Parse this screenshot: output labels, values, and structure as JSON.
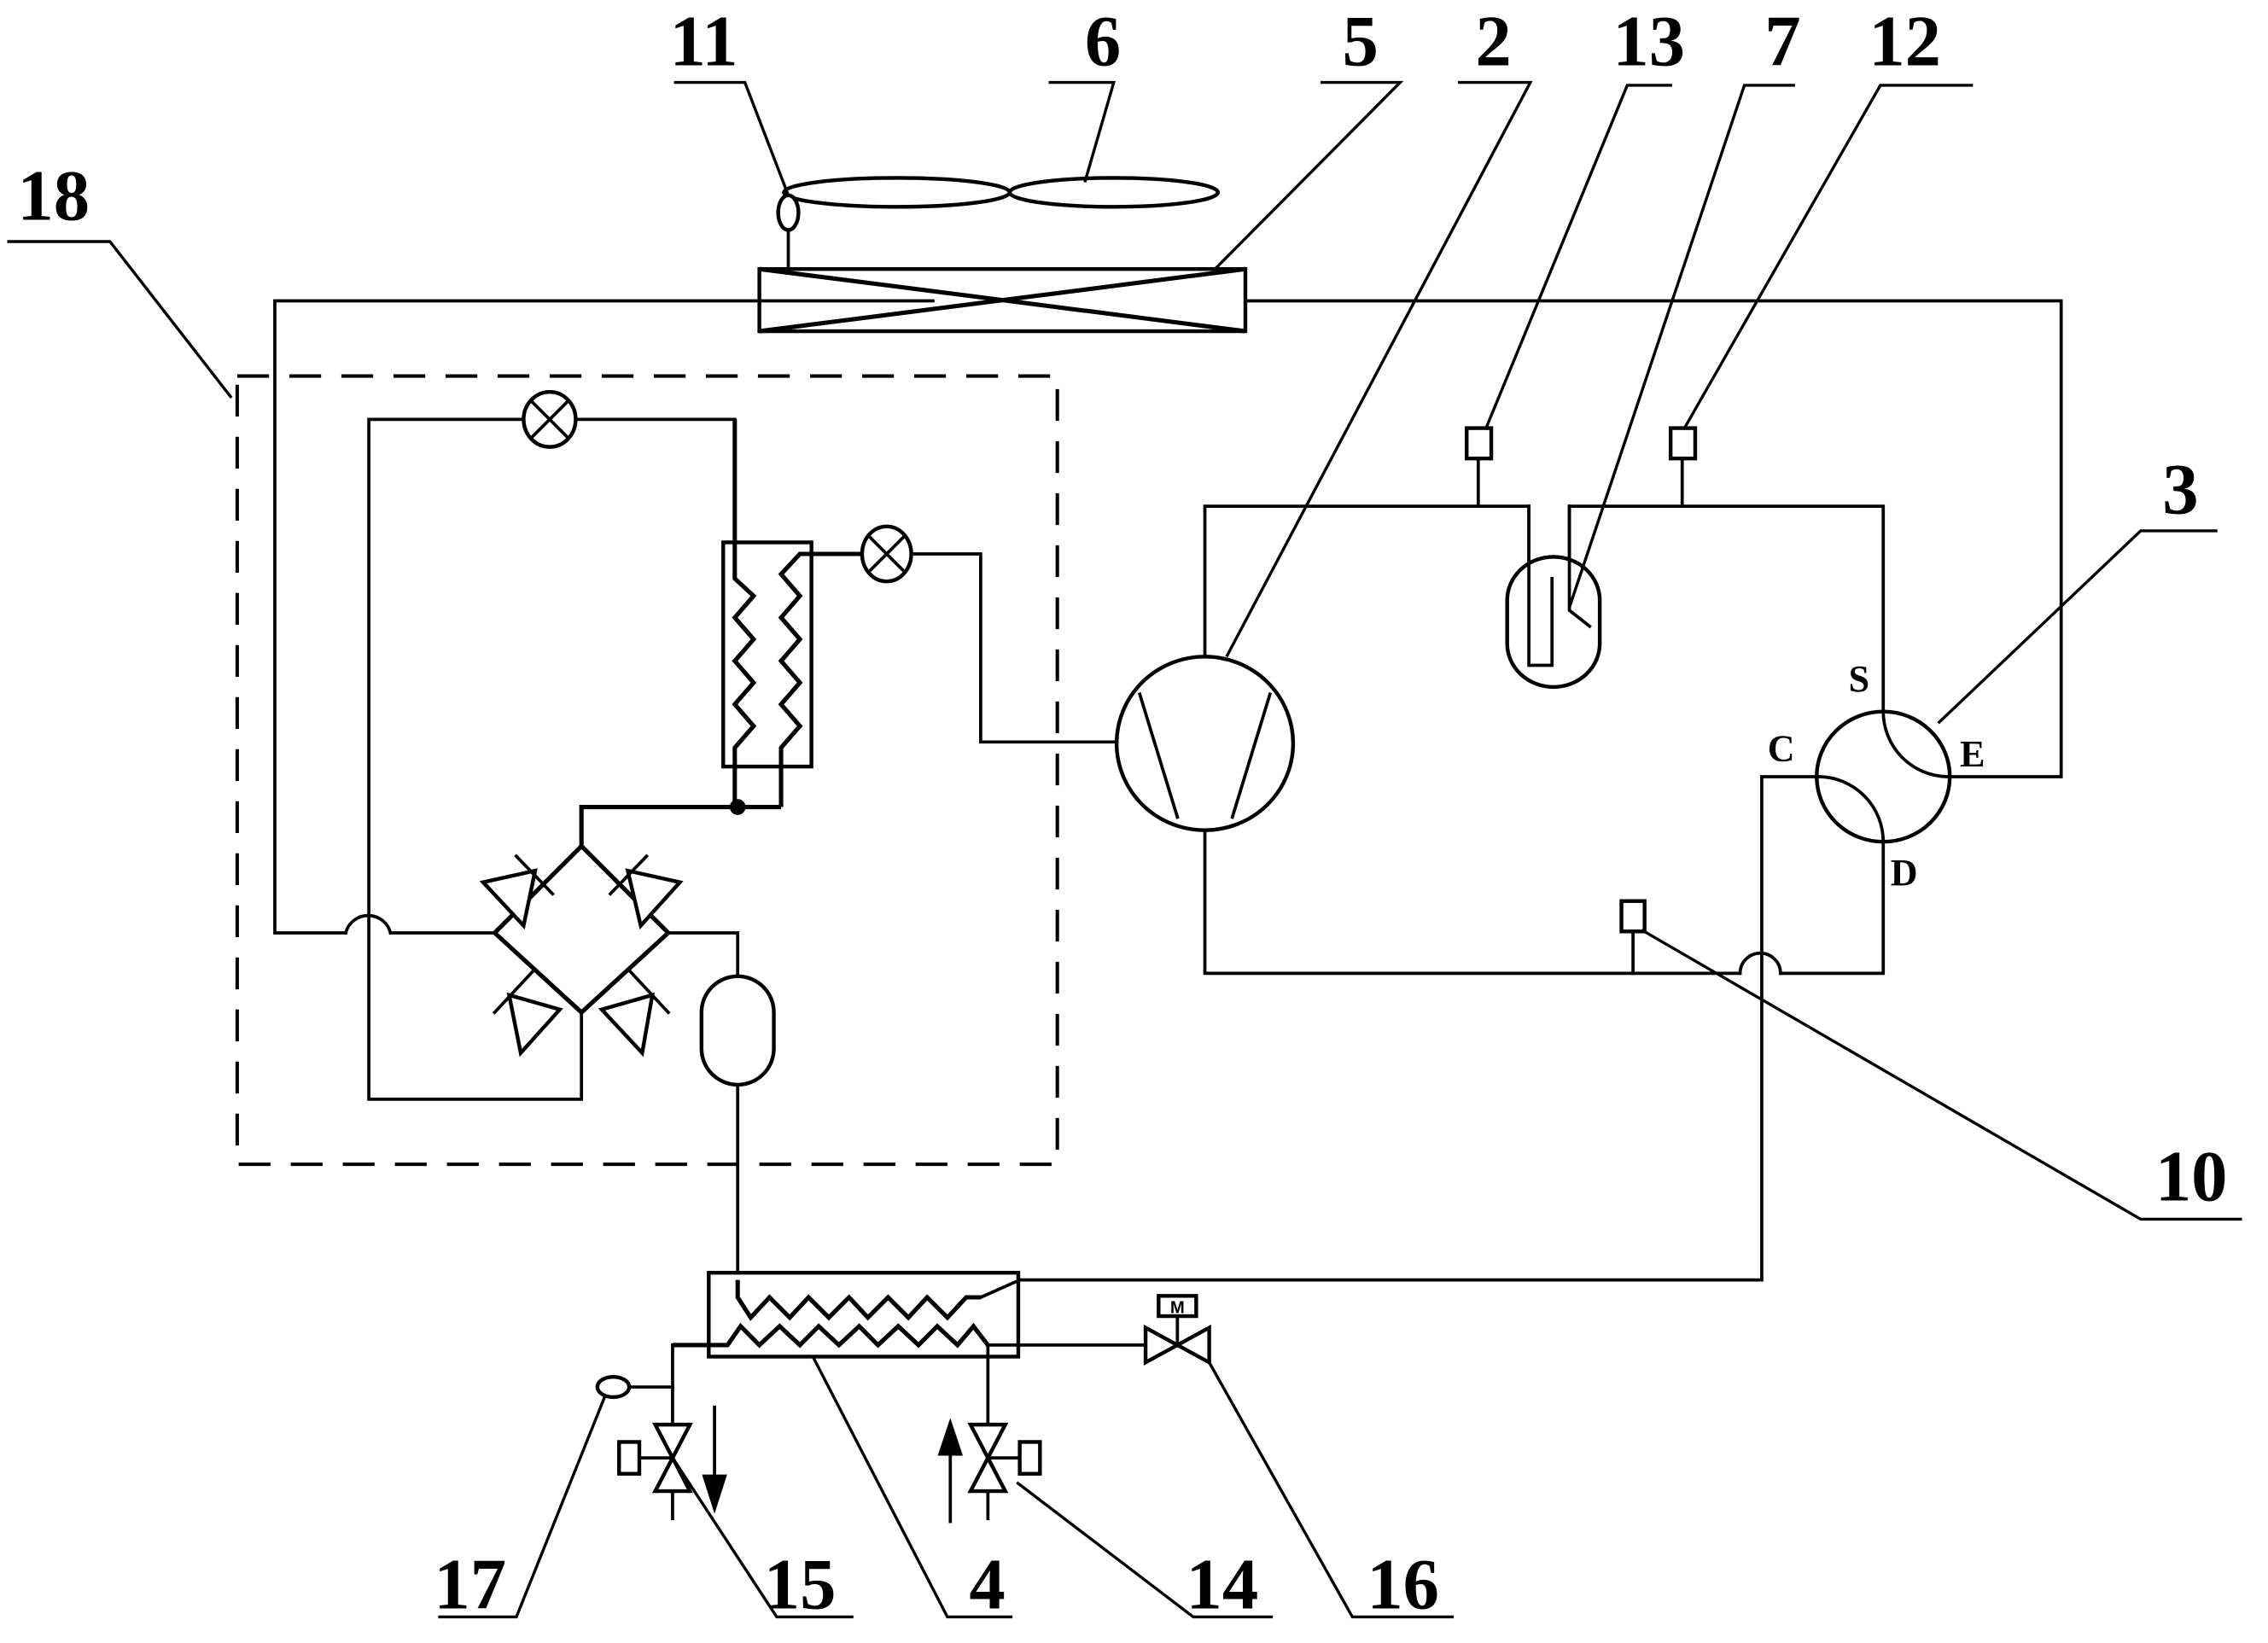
{
  "diagram": {
    "type": "refrigeration-system-schematic",
    "line_color": "#000000",
    "background": "#ffffff"
  },
  "labels": {
    "n2": "2",
    "n3": "3",
    "n4": "4",
    "n5": "5",
    "n6": "6",
    "n7": "7",
    "n10": "10",
    "n11": "11",
    "n12": "12",
    "n13": "13",
    "n14": "14",
    "n15": "15",
    "n16": "16",
    "n17": "17",
    "n18": "18"
  },
  "four_way_valve_ports": {
    "s": "S",
    "c": "C",
    "e": "E",
    "d": "D"
  },
  "motor_valve_mark": "M",
  "components": [
    {
      "ref": "2",
      "symbol": "compressor"
    },
    {
      "ref": "3",
      "symbol": "four-way-valve"
    },
    {
      "ref": "4",
      "symbol": "plate-heat-exchanger"
    },
    {
      "ref": "5",
      "symbol": "finned-coil-heat-exchanger"
    },
    {
      "ref": "6",
      "symbol": "fan"
    },
    {
      "ref": "7",
      "symbol": "gas-liquid-separator"
    },
    {
      "ref": "10",
      "symbol": "sensor"
    },
    {
      "ref": "11",
      "symbol": "sensor"
    },
    {
      "ref": "12",
      "symbol": "sensor"
    },
    {
      "ref": "13",
      "symbol": "sensor"
    },
    {
      "ref": "14",
      "symbol": "motorized-valve"
    },
    {
      "ref": "15",
      "symbol": "motorized-valve"
    },
    {
      "ref": "16",
      "symbol": "motorized-valve"
    },
    {
      "ref": "17",
      "symbol": "sensor"
    },
    {
      "ref": "18",
      "symbol": "dashed-module-boundary"
    }
  ]
}
